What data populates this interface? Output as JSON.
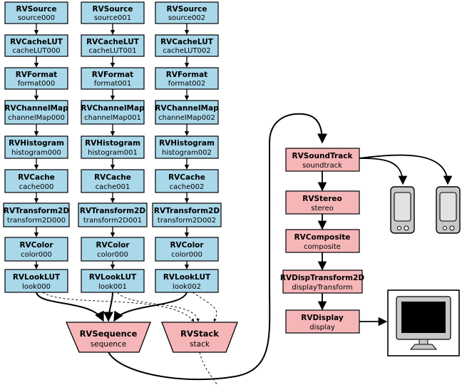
{
  "colors": {
    "source_fill": "#a9d8ea",
    "output_fill": "#f6b6b8",
    "stroke": "#000000",
    "device_gray": "#c8c8c8",
    "screen_black": "#000000"
  },
  "source_chains": [
    {
      "nodes": [
        {
          "type": "RVSource",
          "name": "source000"
        },
        {
          "type": "RVCacheLUT",
          "name": "cacheLUT000"
        },
        {
          "type": "RVFormat",
          "name": "format000"
        },
        {
          "type": "RVChannelMap",
          "name": "channelMap000"
        },
        {
          "type": "RVHistogram",
          "name": "histogram000"
        },
        {
          "type": "RVCache",
          "name": "cache000"
        },
        {
          "type": "RVTransform2D",
          "name": "transform2D000"
        },
        {
          "type": "RVColor",
          "name": "color000"
        },
        {
          "type": "RVLookLUT",
          "name": "look000"
        }
      ]
    },
    {
      "nodes": [
        {
          "type": "RVSource",
          "name": "source001"
        },
        {
          "type": "RVCacheLUT",
          "name": "cacheLUT001"
        },
        {
          "type": "RVFormat",
          "name": "format001"
        },
        {
          "type": "RVChannelMap",
          "name": "channelMap001"
        },
        {
          "type": "RVHistogram",
          "name": "histogram001"
        },
        {
          "type": "RVCache",
          "name": "cache001"
        },
        {
          "type": "RVTransform2D",
          "name": "transform2D001"
        },
        {
          "type": "RVColor",
          "name": "color000"
        },
        {
          "type": "RVLookLUT",
          "name": "look001"
        }
      ]
    },
    {
      "nodes": [
        {
          "type": "RVSource",
          "name": "source002"
        },
        {
          "type": "RVCacheLUT",
          "name": "cacheLUT002"
        },
        {
          "type": "RVFormat",
          "name": "format002"
        },
        {
          "type": "RVChannelMap",
          "name": "channelMap002"
        },
        {
          "type": "RVHistogram",
          "name": "histogram002"
        },
        {
          "type": "RVCache",
          "name": "cache002"
        },
        {
          "type": "RVTransform2D",
          "name": "transform2D002"
        },
        {
          "type": "RVColor",
          "name": "color000"
        },
        {
          "type": "RVLookLUT",
          "name": "look002"
        }
      ]
    }
  ],
  "combiners": [
    {
      "type": "RVSequence",
      "name": "sequence"
    },
    {
      "type": "RVStack",
      "name": "stack"
    }
  ],
  "output_chain": [
    {
      "type": "RVSoundTrack",
      "name": "soundtrack"
    },
    {
      "type": "RVStereo",
      "name": "stereo"
    },
    {
      "type": "RVComposite",
      "name": "composite"
    },
    {
      "type": "RVDispTransform2D",
      "name": "displayTransform"
    },
    {
      "type": "RVDisplay",
      "name": "display"
    }
  ],
  "devices": {
    "audio_outputs": [
      "audio-device-icon",
      "audio-device-icon"
    ],
    "video_output": "monitor-icon"
  }
}
